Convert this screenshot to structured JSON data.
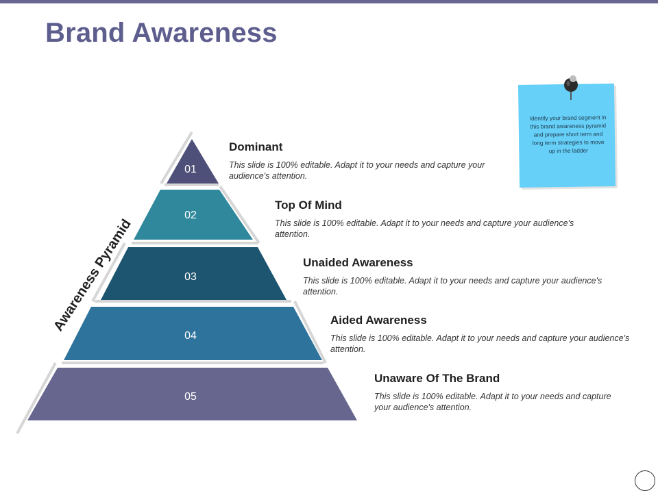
{
  "title": "Brand Awareness",
  "side_label": "Awareness Pyramid",
  "levels": [
    {
      "number": "01",
      "heading": "Dominant",
      "description": "This slide is 100% editable. Adapt it to your needs and capture your audience's attention."
    },
    {
      "number": "02",
      "heading": "Top Of Mind",
      "description": "This slide is 100% editable. Adapt it to your needs and capture your audience's attention."
    },
    {
      "number": "03",
      "heading": "Unaided Awareness",
      "description": "This slide is 100% editable. Adapt it to your needs and capture your audience's attention."
    },
    {
      "number": "04",
      "heading": "Aided Awareness",
      "description": "This slide is 100% editable. Adapt it to your needs and capture your audience's attention."
    },
    {
      "number": "05",
      "heading": "Unaware Of The Brand",
      "description": "This slide is 100% editable. Adapt it to your needs and capture your audience's attention."
    }
  ],
  "note": {
    "text": "Identify your brand segment in this brand awareness pyramid and prepare short term and long term strategies to move up in the ladder"
  },
  "colors": {
    "title": "#5e5e8e",
    "top_bar": "#67668f",
    "level_01": "#4e5079",
    "level_02": "#2f889c",
    "level_03": "#1d546f",
    "level_04": "#2e739c",
    "level_05": "#66668e",
    "note": "#66d0f8"
  },
  "icons": {
    "pin": "push-pin-icon",
    "nav": "circle-icon"
  }
}
